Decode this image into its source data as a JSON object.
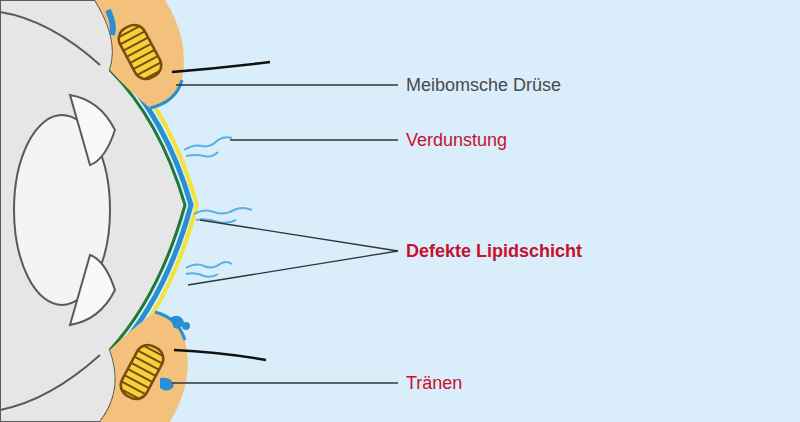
{
  "diagram": {
    "labels": [
      "Meibomsche Drüse",
      "Verdunstung",
      "Defekte Lipidschicht",
      "Tränen"
    ]
  }
}
